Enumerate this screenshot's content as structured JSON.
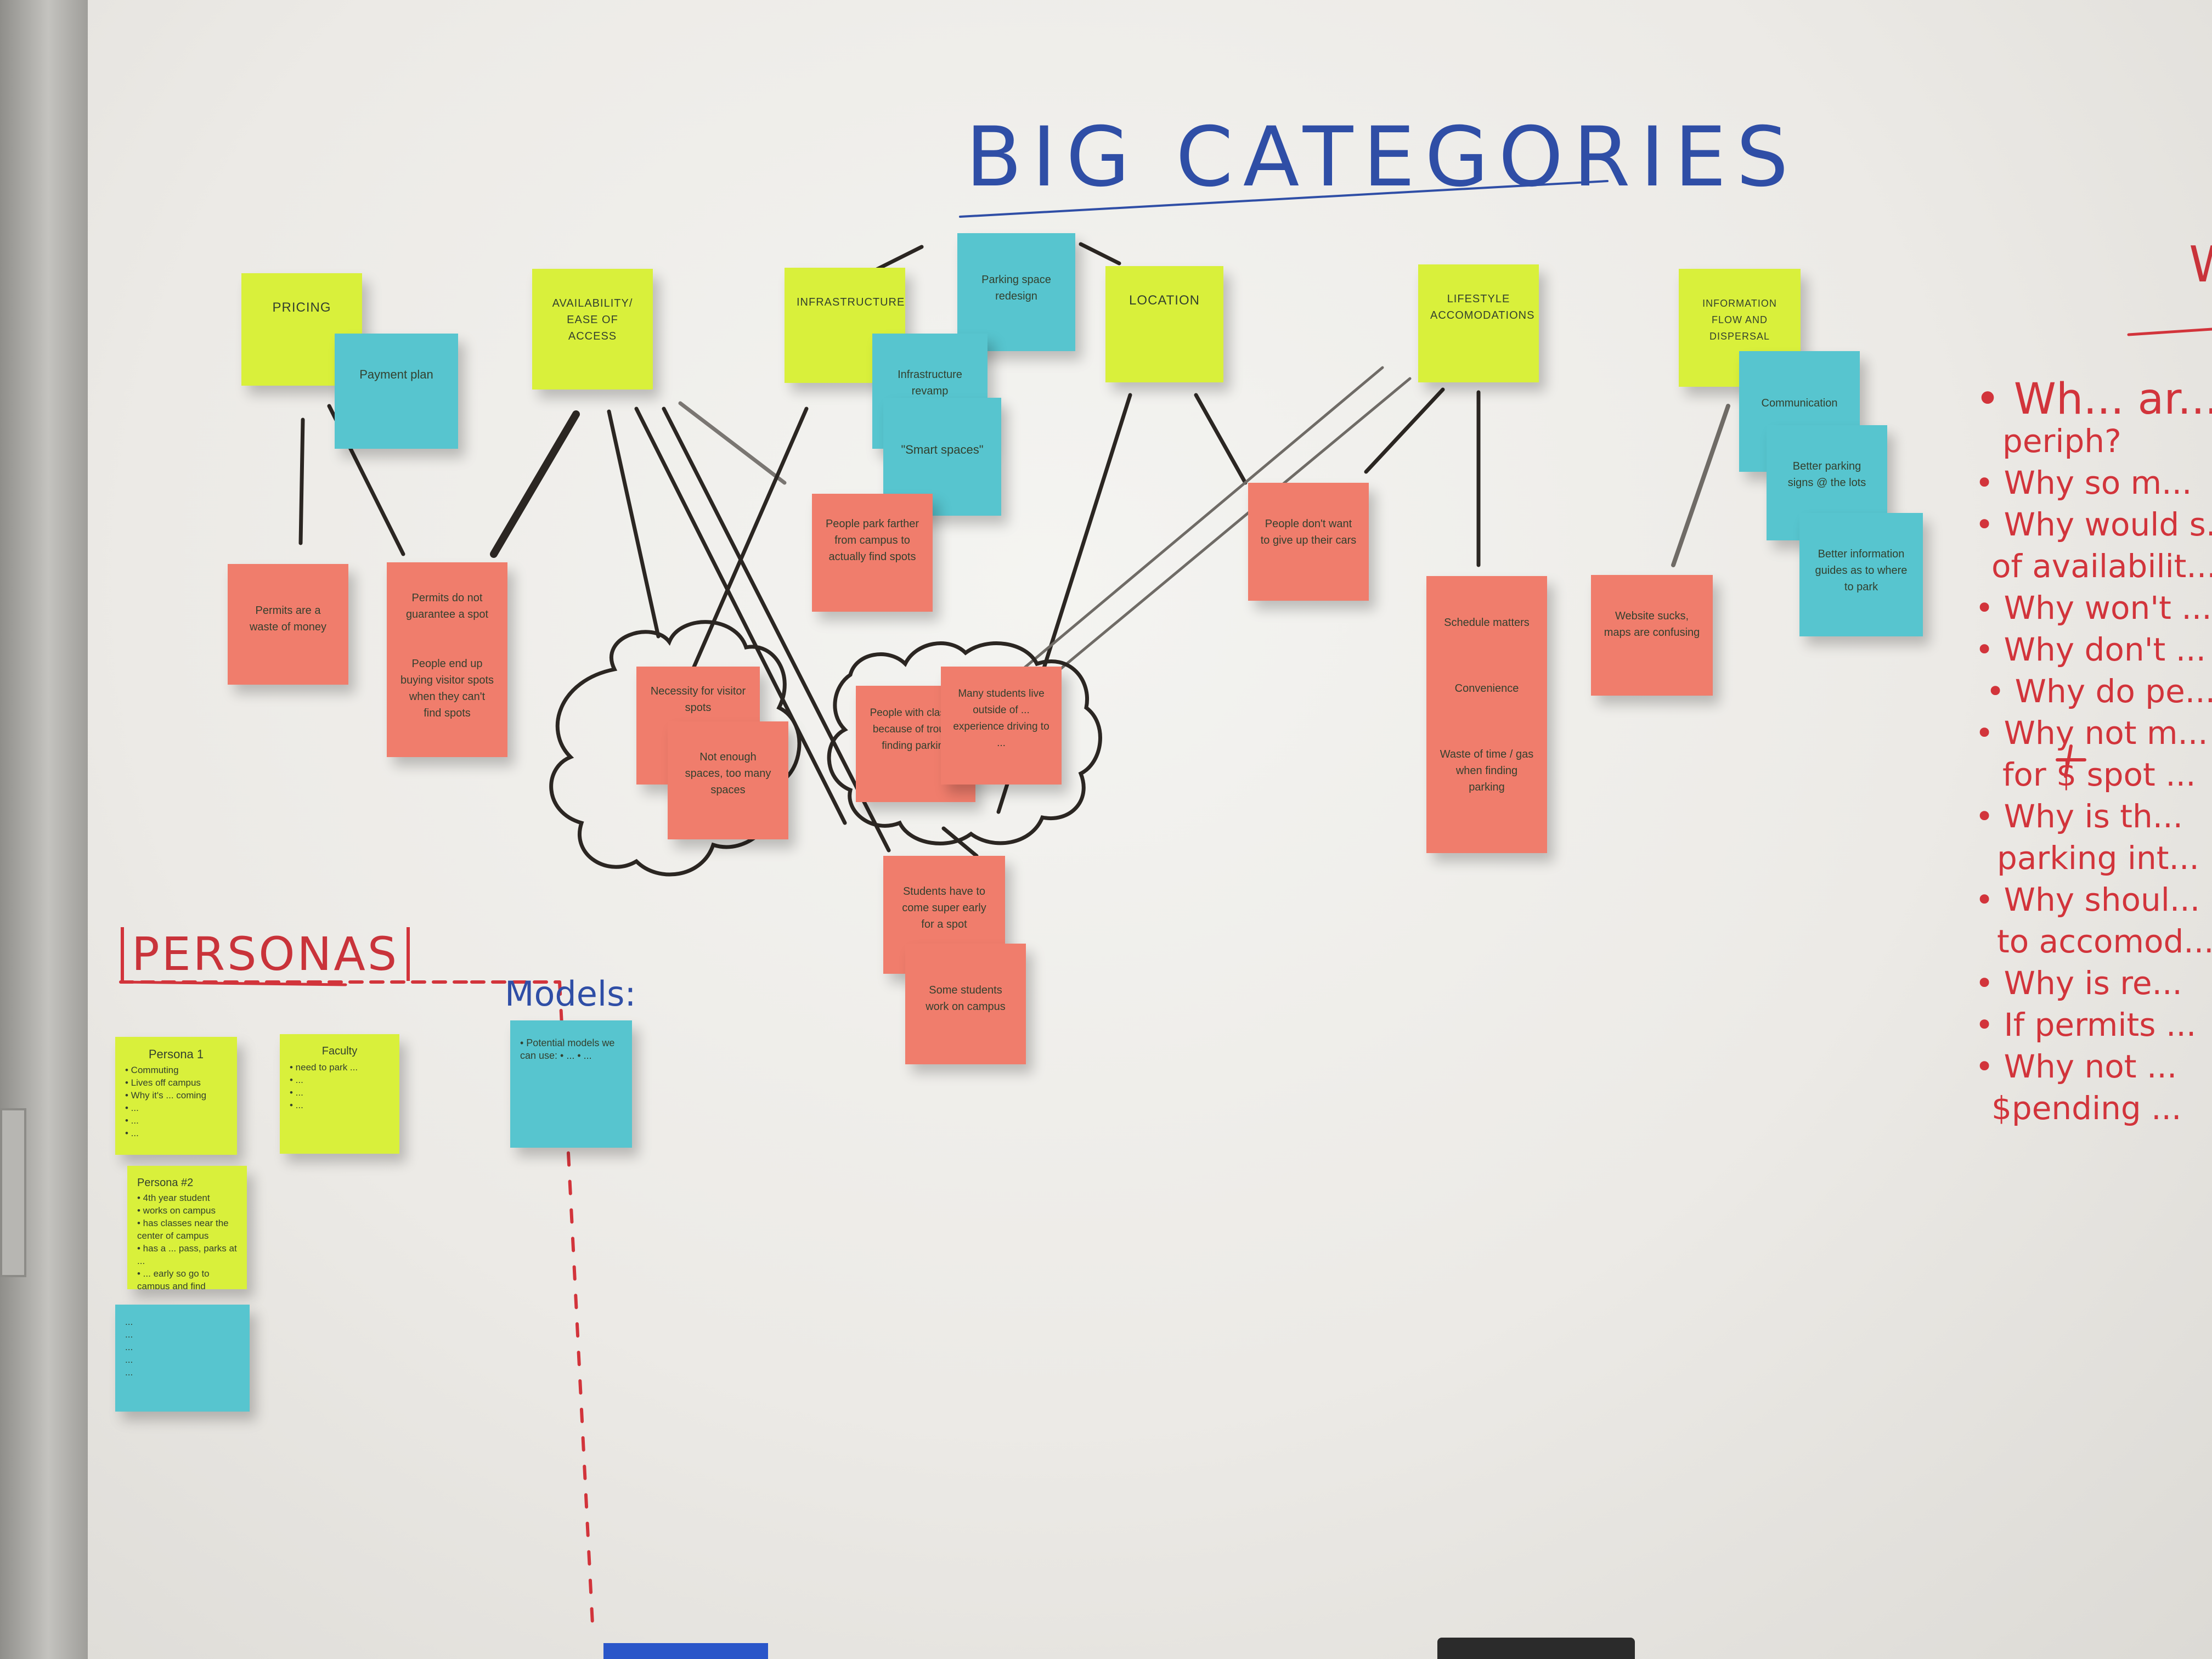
{
  "colors": {
    "yellow_note": "#d9f03b",
    "blue_note": "#57c5cf",
    "red_note": "#f07d6c",
    "blue_marker": "#2f4ea6",
    "red_marker": "#d2343b",
    "black_marker": "#2b2622"
  },
  "headings": {
    "main": "BIG CATEGORIES",
    "personas": "PERSONAS",
    "models": "Models:"
  },
  "categories": [
    {
      "label": "PRICING"
    },
    {
      "label": "AVAILABILITY/ EASE OF ACCESS"
    },
    {
      "label": "INFRASTRUCTURE"
    },
    {
      "label": "LOCATION"
    },
    {
      "label": "LIFESTYLE ACCOMODATIONS"
    },
    {
      "label": "INFORMATION FLOW AND DISPERSAL"
    }
  ],
  "notes": {
    "payment_plan": "Payment plan",
    "parking_space_redesign": "Parking space redesign",
    "infrastructure_revamp": "Infrastructure revamp",
    "smart_spaces": "\"Smart spaces\"",
    "communication": "Communication",
    "better_parking_signs": "Better parking signs @ the lots",
    "better_information": "Better information guides as to where to park",
    "permits_waste": "Permits are a waste of money",
    "permits_no_guarantee": "Permits do not guarantee a spot",
    "people_end_up": "People end up buying visitor spots when they can't find spots",
    "people_park_farther": "People park farther from campus to actually find spots",
    "people_dont_want": "People don't want to give up their cars",
    "necessity_visitor": "Necessity for visitor spots",
    "not_enough_spaces": "Not enough spaces, too many spaces",
    "people_with_classes": "People with classes because of trouble finding parking",
    "many_students": "Many students live outside of ... experience driving to ...",
    "students_have_to": "Students have to come super early for a spot",
    "some_students": "Some students work on campus",
    "schedule_matters": "Schedule matters",
    "convenience": "Convenience",
    "waste_of_time": "Waste of time / gas when finding parking",
    "website_sucks": "Website sucks, maps are confusing"
  },
  "personas": {
    "persona1_title": "Persona 1",
    "persona1_lines": [
      "• Commuting",
      "• Lives off campus",
      "• Why it's ... coming",
      "• ... ",
      "• ...",
      "• ..."
    ],
    "faculty_title": "Faculty",
    "faculty_lines": [
      "• need to park ... ",
      "• ...",
      "• ...",
      "• ..."
    ],
    "persona2_title": "Persona #2",
    "persona2_lines": [
      "• 4th year student",
      "• works on campus",
      "• has classes near the center of campus",
      "• has a ... pass, parks at ...",
      "• ... early so go to campus and find parking"
    ],
    "blue_persona_lines": [
      "...",
      "...",
      "...",
      "...",
      "..."
    ]
  },
  "models": {
    "model_note": "• Potential models we can use: • ...  • ..."
  },
  "questions": [
    "• Wh... ar...",
    "periph?",
    "• Why so m...",
    "• Why would s...",
    "of availabilit...",
    "• Why won't ...",
    "• Why don't ...",
    "• Why do pe...",
    "• Why not m...",
    "for $ spot ...",
    "• Why is th...",
    "parking int...",
    "• Why shoul...",
    "to accomod...",
    "• Why is re...",
    "• If permits ...",
    "• Why not ...",
    "$pending ..."
  ]
}
